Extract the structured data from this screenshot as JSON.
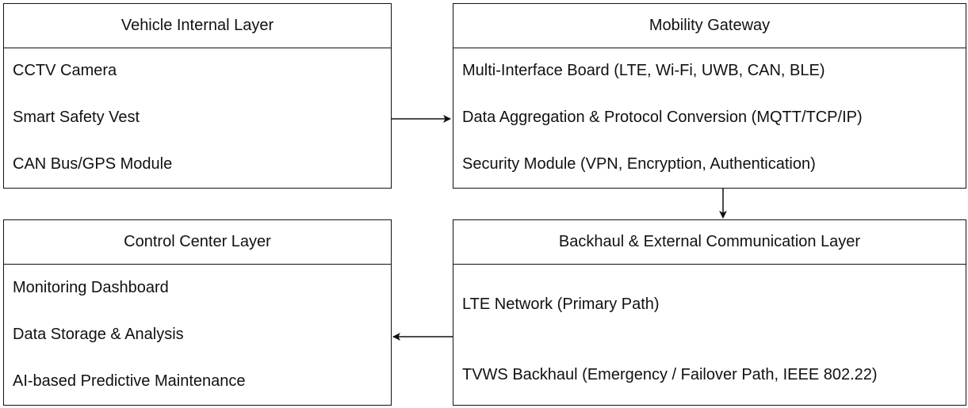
{
  "boxes": {
    "vehicle": {
      "title": "Vehicle Internal Layer",
      "items": [
        "CCTV Camera",
        "Smart Safety Vest",
        "CAN Bus/GPS Module"
      ]
    },
    "gateway": {
      "title": "Mobility Gateway",
      "items": [
        "Multi-Interface Board (LTE, Wi-Fi, UWB, CAN, BLE)",
        "Data Aggregation & Protocol Conversion (MQTT/TCP/IP)",
        "Security Module (VPN, Encryption, Authentication)"
      ]
    },
    "control": {
      "title": "Control Center Layer",
      "items": [
        "Monitoring Dashboard",
        "Data Storage & Analysis",
        "AI-based Predictive Maintenance"
      ]
    },
    "backhaul": {
      "title": "Backhaul & External Communication Layer",
      "items": [
        "LTE Network (Primary Path)",
        "TVWS Backhaul (Emergency / Failover Path, IEEE 802.22)"
      ]
    }
  },
  "colors": {
    "stroke": "#111111",
    "background": "#ffffff"
  }
}
